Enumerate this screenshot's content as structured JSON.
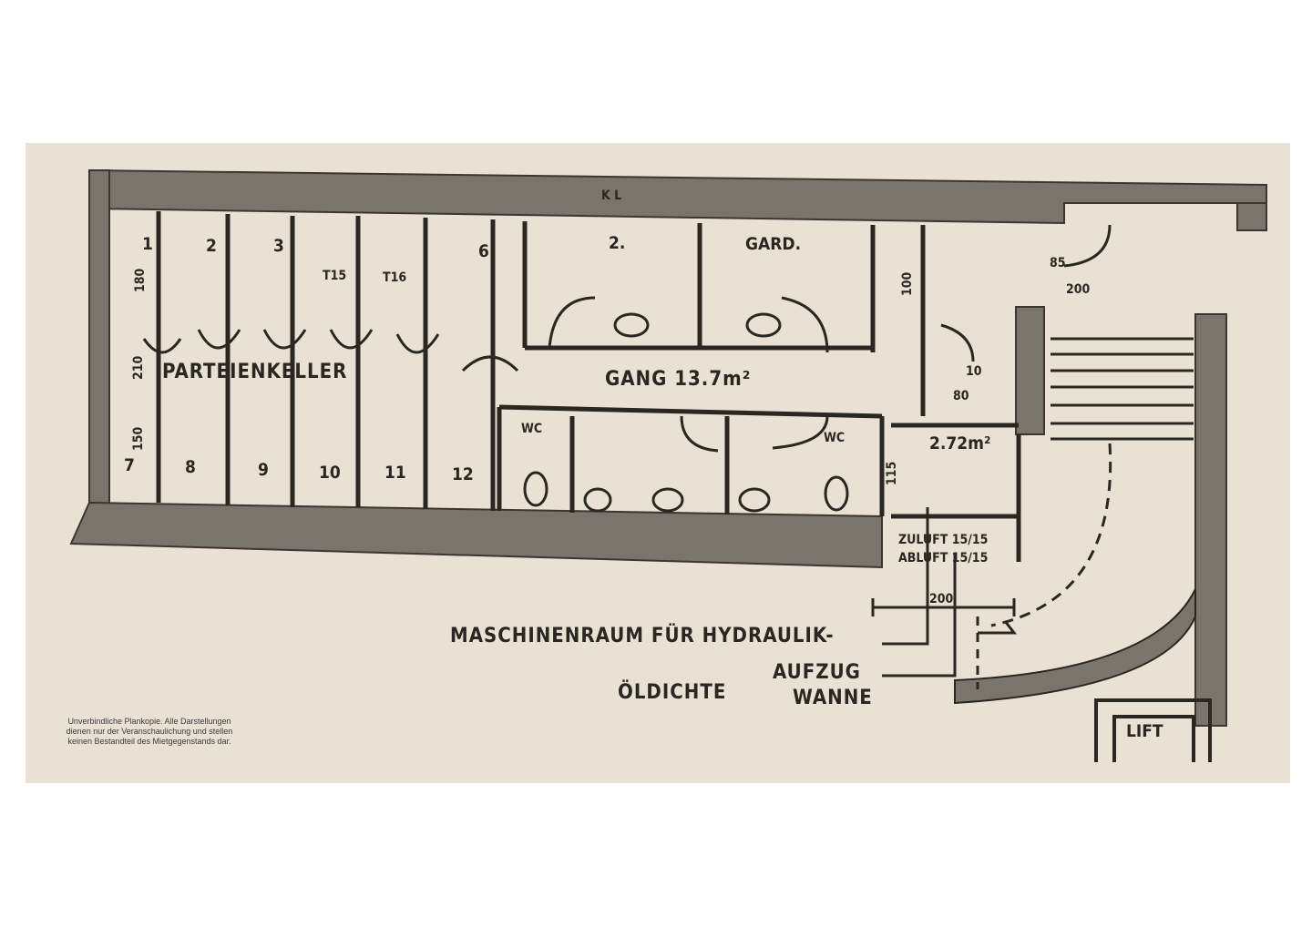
{
  "plan": {
    "top_label": "K L",
    "rooms": {
      "row_top": [
        "1",
        "2",
        "3",
        "T15",
        "T16",
        "6"
      ],
      "row_bottom": [
        "7",
        "8",
        "9",
        "10",
        "11",
        "12"
      ],
      "garderobe_1": "2.",
      "garderobe_2": "GARD.",
      "partei_keller": "PARTEIENKELLER",
      "gang": "GANG 13.7m²",
      "wc_left": "WC",
      "wc_right": "WC",
      "room_small": "2.72m²",
      "lift": "LIFT"
    },
    "dimensions": {
      "d_180": "180",
      "d_150": "150",
      "d_210": "210",
      "d_100_vertical": "100",
      "d_85": "85",
      "d_200_door": "200",
      "d_10": "10",
      "d_80": "80",
      "d_115": "115",
      "d_200_bottom": "200"
    },
    "vent": {
      "zuluft": "ZULUFT 15/15",
      "abluft": "ABLUFT 15/15"
    },
    "notes": {
      "maschinenraum": "MASCHINENRAUM FÜR HYDRAULIK-",
      "aufzug": "AUFZUG",
      "oeldichte": "ÖLDICHTE",
      "wanne": "WANNE"
    }
  },
  "disclaimer": {
    "line1": "Unverbindliche Plankopie. Alle Darstellungen",
    "line2": "dienen nur der Veranschaulichung und stellen",
    "line3": "keinen Bestandteil des Mietgegenstands dar."
  },
  "colors": {
    "paper": "#e9e1d4",
    "wall": "#7a746d",
    "ink": "#2a2622"
  }
}
